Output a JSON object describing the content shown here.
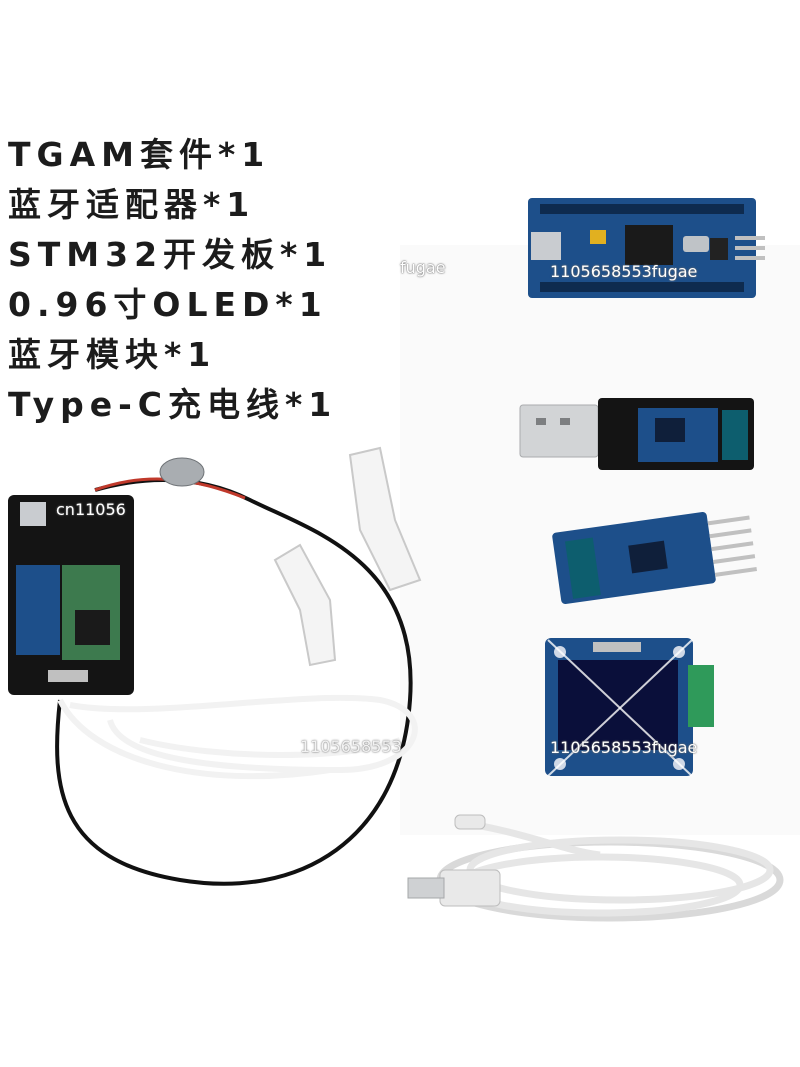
{
  "items": [
    "TGAM套件*1",
    "蓝牙适配器*1",
    "STM32开发板*1",
    "0.96寸OLED*1",
    "蓝牙模块*1",
    "Type-C充电线*1"
  ],
  "watermarks": {
    "stm32": "1105658553fugae",
    "stm32_prefix": "fugae",
    "tgam_board": "cn11056",
    "tgam_cable": "1105658553",
    "oled": "1105658553fugae"
  },
  "colors": {
    "board_blue": "#1d4f8a",
    "board_black": "#141414",
    "cable_white": "#f0f0f0",
    "text": "#1c1c1c"
  }
}
